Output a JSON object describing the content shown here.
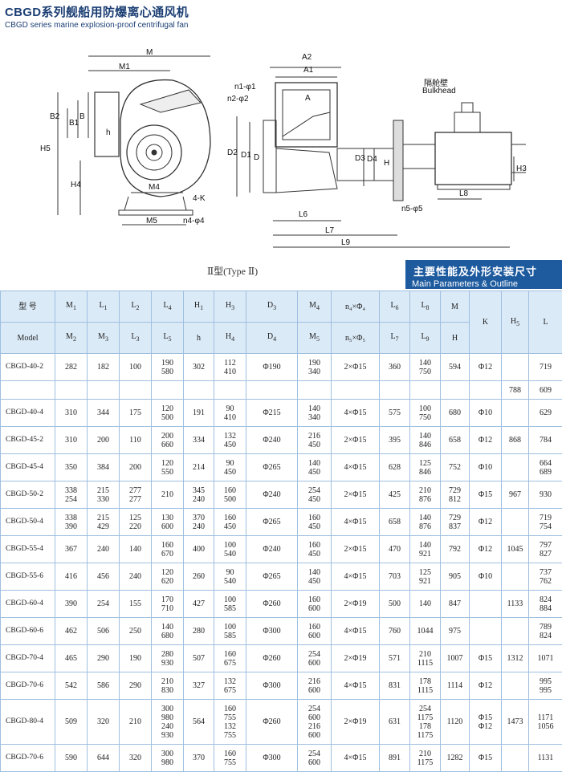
{
  "title_zh": "CBGD系列舰船用防爆离心通风机",
  "title_en": "CBGD series marine explosion-proof centrifugal fan",
  "type_label": "Ⅱ型(Type Ⅱ)",
  "section_zh": "主要性能及外形安装尺寸",
  "section_en": "Main Parameters & Outline Dimensions",
  "drawing_labels": {
    "M": "M",
    "M1": "M1",
    "B": "B",
    "B1": "B1",
    "B2": "B2",
    "H5": "H5",
    "H4": "H4",
    "h": "h",
    "M4": "M4",
    "M5": "M5",
    "k4": "4-K",
    "n4": "n4-φ4",
    "A2": "A2",
    "A1": "A1",
    "A": "A",
    "n1": "n1-φ1",
    "n2": "n2-φ2",
    "D2": "D2",
    "D1": "D1",
    "D": "D",
    "D3": "D3",
    "D4": "D4",
    "H": "H",
    "H3": "H3",
    "L6": "L6",
    "L7": "L7",
    "L8": "L8",
    "L9": "L9",
    "n5": "n5-φ5",
    "bulk_zh": "隔舱壁",
    "bulk_en": "Bulkhead"
  },
  "header": {
    "r1": [
      "型 号",
      "M",
      "L",
      "L",
      "L",
      "H",
      "H",
      "D",
      "M",
      "n₄×Φ₄",
      "L",
      "L",
      "M",
      "K",
      "H",
      "L"
    ],
    "r1sub": [
      "",
      "1",
      "1",
      "2",
      "4",
      "1",
      "3",
      "3",
      "4",
      "",
      "6",
      "8",
      "",
      "",
      "5",
      ""
    ],
    "r2": [
      "Model",
      "M",
      "M",
      "L",
      "L",
      "h",
      "H",
      "D",
      "M",
      "n₅×Φ₅",
      "L",
      "L",
      "H"
    ],
    "r2sub": [
      "",
      "2",
      "3",
      "3",
      "5",
      "",
      "4",
      "4",
      "5",
      "",
      "7",
      "9",
      ""
    ]
  },
  "rows": [
    {
      "model": "CBGD-40-2",
      "c": [
        "282",
        "182",
        "100",
        "190\n580",
        "302",
        "112\n410",
        "Φ190",
        "190\n340",
        "2×Φ15",
        "360",
        "140\n750",
        "594",
        "Φ12",
        "",
        "719"
      ]
    },
    {
      "model": "",
      "c": [
        "",
        "",
        "",
        "",
        "",
        "",
        "",
        "",
        "",
        "",
        "",
        "",
        "",
        "788",
        "609"
      ]
    },
    {
      "model": "CBGD-40-4",
      "c": [
        "310",
        "344",
        "175",
        "120\n500",
        "191",
        "90\n410",
        "Φ215",
        "140\n340",
        "4×Φ15",
        "575",
        "100\n750",
        "680",
        "Φ10",
        "",
        "629"
      ]
    },
    {
      "model": "CBGD-45-2",
      "c": [
        "310",
        "200",
        "110",
        "200\n660",
        "334",
        "132\n450",
        "Φ240",
        "216\n450",
        "2×Φ15",
        "395",
        "140\n846",
        "658",
        "Φ12",
        "868",
        "784"
      ]
    },
    {
      "model": "CBGD-45-4",
      "c": [
        "350",
        "384",
        "200",
        "120\n550",
        "214",
        "90\n450",
        "Φ265",
        "140\n450",
        "4×Φ15",
        "628",
        "125\n846",
        "752",
        "Φ10",
        "",
        "664\n689"
      ]
    },
    {
      "model": "CBGD-50-2",
      "c": [
        "338\n254",
        "215\n330",
        "277\n277",
        "210",
        "345\n240",
        "160\n500",
        "Φ240",
        "254\n450",
        "2×Φ15",
        "425",
        "210\n876",
        "729\n812",
        "Φ15",
        "967",
        "930"
      ]
    },
    {
      "model": "CBGD-50-4",
      "c": [
        "338\n390",
        "215\n429",
        "125\n220",
        "130\n600",
        "370\n240",
        "160\n450",
        "Φ265",
        "160\n450",
        "4×Φ15",
        "658",
        "140\n876",
        "729\n837",
        "Φ12",
        "",
        "719\n754"
      ]
    },
    {
      "model": "CBGD-55-4",
      "c": [
        "367",
        "240",
        "140",
        "160\n670",
        "400",
        "100\n540",
        "Φ240",
        "160\n450",
        "2×Φ15",
        "470",
        "140\n921",
        "792",
        "Φ12",
        "1045",
        "797\n827"
      ]
    },
    {
      "model": "CBGD-55-6",
      "c": [
        "416",
        "456",
        "240",
        "120\n620",
        "260",
        "90\n540",
        "Φ265",
        "140\n450",
        "4×Φ15",
        "703",
        "125\n921",
        "905",
        "Φ10",
        "",
        "737\n762"
      ]
    },
    {
      "model": "CBGD-60-4",
      "c": [
        "390",
        "254",
        "155",
        "170\n710",
        "427",
        "100\n585",
        "Φ260",
        "160\n600",
        "2×Φ19",
        "500",
        "140",
        "847",
        "",
        "1133",
        "824\n884"
      ]
    },
    {
      "model": "CBGD-60-6",
      "c": [
        "462",
        "506",
        "250",
        "140\n680",
        "280",
        "100\n585",
        "Φ300",
        "160\n600",
        "4×Φ15",
        "760",
        "1044",
        "975",
        "",
        "",
        "789\n824"
      ]
    },
    {
      "model": "CBGD-70-4",
      "c": [
        "465",
        "290",
        "190",
        "280\n930",
        "507",
        "160\n675",
        "Φ260",
        "254\n600",
        "2×Φ19",
        "571",
        "210\n1115",
        "1007",
        "Φ15",
        "1312",
        "1071"
      ]
    },
    {
      "model": "CBGD-70-6",
      "c": [
        "542",
        "586",
        "290",
        "210\n830",
        "327",
        "132\n675",
        "Φ300",
        "216\n600",
        "4×Φ15",
        "831",
        "178\n1115",
        "1114",
        "Φ12",
        "",
        "995\n995"
      ]
    },
    {
      "model": "CBGD-80-4",
      "c": [
        "509",
        "320",
        "210",
        "300\n980\n240\n930",
        "564",
        "160\n755\n132\n755",
        "Φ260",
        "254\n600\n216\n600",
        "2×Φ19",
        "631",
        "254\n1175\n178\n1175",
        "1120",
        "Φ15\nΦ12",
        "1473",
        "1171\n1056"
      ]
    },
    {
      "model": "CBGD-70-6",
      "c": [
        "590",
        "644",
        "320",
        "300\n980",
        "370",
        "160\n755",
        "Φ300",
        "254\n600",
        "4×Φ15",
        "891",
        "210\n1175",
        "1282",
        "Φ15",
        "",
        "1131"
      ]
    }
  ]
}
